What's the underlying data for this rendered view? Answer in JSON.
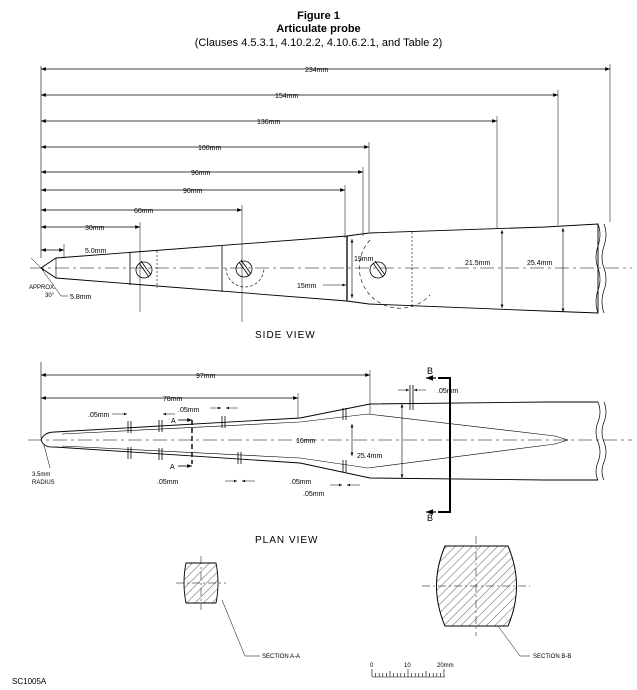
{
  "figure": {
    "number": "Figure 1",
    "title": "Articulate probe",
    "clauses": "(Clauses 4.5.3.1, 4.10.2.2, 4.10.6.2.1, and Table 2)"
  },
  "side_view": {
    "label": "SIDE VIEW",
    "dims": {
      "d234": "234mm",
      "d154": "154mm",
      "d136": "136mm",
      "d100": "100mm",
      "d96": "96mm",
      "d90": "90mm",
      "d60": "60mm",
      "d30": "30mm",
      "d5": "5.0mm",
      "d5_8": "5.8mm",
      "d19": "19mm",
      "d15": "15mm",
      "d21_5": "21.5mm",
      "d25_4": "25.4mm"
    },
    "approx_label": "APPROX.",
    "angle_label": "30°"
  },
  "plan_view": {
    "label": "PLAN VIEW",
    "dims": {
      "d97": "97mm",
      "d78": "78mm",
      "gap1": ".05mm",
      "gap2": ".05mm",
      "gap3": ".05mm",
      "gap4": ".05mm",
      "gap5": ".05mm",
      "gap6": ".05mm",
      "d16": "16mm",
      "d25_4": "25.4mm",
      "radius": "3.5mm",
      "radius_word": "RADIUS"
    },
    "cut_a": "A",
    "cut_b": "B"
  },
  "sections": {
    "a": "SECTION A-A",
    "b": "SECTION B-B"
  },
  "scale": {
    "t0": "0",
    "t10": "10",
    "t20": "20mm"
  },
  "code": "SC1005A"
}
